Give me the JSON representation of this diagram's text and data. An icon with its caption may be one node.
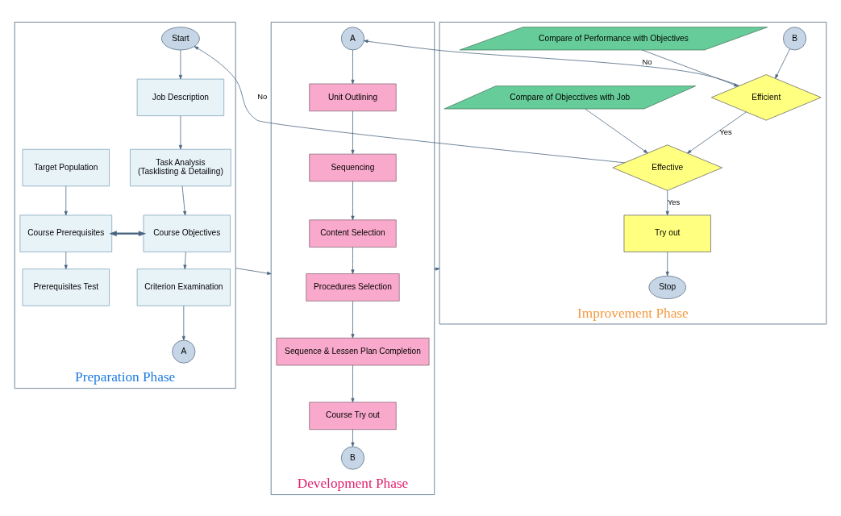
{
  "diagram": {
    "nodes": [
      {
        "text": [
          "Preparation Phase"
        ]
      },
      {
        "text": [
          "Development Phase"
        ]
      },
      {
        "text": [
          "Improvement Phase"
        ]
      },
      {
        "text": [
          "Start"
        ],
        "in": 0
      },
      {
        "text": [
          "Job Description"
        ],
        "in": 0
      },
      {
        "text": [
          "Target Population"
        ],
        "in": 0
      },
      {
        "text": [
          "Task Analysis",
          "(Tasklisting & Detailing)"
        ],
        "in": 0
      },
      {
        "text": [
          "Course Prerequisites"
        ],
        "in": 0
      },
      {
        "text": [
          "Course Objectives"
        ],
        "in": 0
      },
      {
        "text": [
          "Prerequisites Test"
        ],
        "in": 0
      },
      {
        "text": [
          "Criterion Examination"
        ],
        "in": 0
      },
      {
        "text": [
          "A"
        ],
        "in": 0
      },
      {
        "text": [
          "A"
        ],
        "in": 1
      },
      {
        "text": [
          "Unit Outlining"
        ],
        "in": 1
      },
      {
        "text": [
          "Sequencing"
        ],
        "in": 1
      },
      {
        "text": [
          "Content Selection"
        ],
        "in": 1
      },
      {
        "text": [
          "Procedures Selection"
        ],
        "in": 1
      },
      {
        "text": [
          "Sequence & Lessen Plan Completion"
        ],
        "in": 1
      },
      {
        "text": [
          "Course Try out"
        ],
        "in": 1
      },
      {
        "text": [
          "B"
        ],
        "in": 1
      },
      {
        "text": [
          "B"
        ],
        "in": 2
      },
      {
        "text": [
          "Compare of Performance with Objectives"
        ],
        "in": 2
      },
      {
        "text": [
          "Efficient"
        ],
        "in": 2
      },
      {
        "text": [
          "Compare of Objecctives with Job"
        ],
        "in": 2
      },
      {
        "text": [
          "Effective"
        ],
        "in": 2
      },
      {
        "text": [
          "Try out"
        ],
        "in": 2
      },
      {
        "text": [
          "Stop"
        ],
        "in": 2
      }
    ],
    "edges": [
      {
        "from": 3,
        "to": 4,
        "arrow": "to"
      },
      {
        "from": 4,
        "to": 6,
        "arrow": "to"
      },
      {
        "from": 6,
        "to": 8,
        "arrow": "to"
      },
      {
        "from": 8,
        "to": 10,
        "arrow": "to"
      },
      {
        "from": 10,
        "to": 11,
        "arrow": "to"
      },
      {
        "from": 5,
        "to": 7,
        "arrow": "to"
      },
      {
        "from": 7,
        "to": 9,
        "arrow": "to"
      },
      {
        "from": 7,
        "to": 8,
        "arrow": "both",
        "style": "thick"
      },
      {
        "from": 0,
        "to": 1,
        "arrow": "to"
      },
      {
        "from": 1,
        "to": 2,
        "arrow": "to"
      },
      {
        "from": 12,
        "to": 13,
        "arrow": "to"
      },
      {
        "from": 13,
        "to": 14,
        "arrow": "to"
      },
      {
        "from": 14,
        "to": 15,
        "arrow": "to"
      },
      {
        "from": 15,
        "to": 16,
        "arrow": "to"
      },
      {
        "from": 16,
        "to": 17,
        "arrow": "to"
      },
      {
        "from": 17,
        "to": 18,
        "arrow": "to"
      },
      {
        "from": 18,
        "to": 19,
        "arrow": "to"
      },
      {
        "from": 20,
        "to": 22,
        "arrow": "to"
      },
      {
        "from": 21,
        "to": 22,
        "arrow": "to"
      },
      {
        "from": 22,
        "to": 12,
        "arrow": "to",
        "label": "No"
      },
      {
        "from": 22,
        "to": 24,
        "arrow": "to",
        "label": "Yes"
      },
      {
        "from": 23,
        "to": 24,
        "arrow": "to"
      },
      {
        "from": 24,
        "to": 3,
        "arrow": "to",
        "label": "No"
      },
      {
        "from": 24,
        "to": 25,
        "arrow": "to",
        "label": "Yes"
      },
      {
        "from": 25,
        "to": 26,
        "arrow": "to"
      }
    ]
  }
}
